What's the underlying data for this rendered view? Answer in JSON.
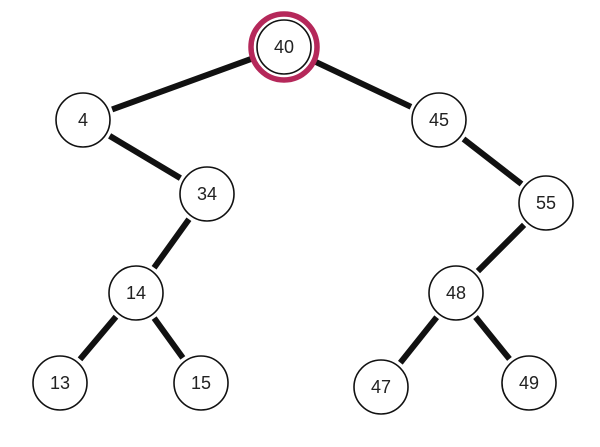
{
  "diagram": {
    "type": "binary-search-tree",
    "root": "40",
    "highlighted_node": "40",
    "highlight_color": "#b5285a",
    "nodes": [
      {
        "id": "n40",
        "label": "40"
      },
      {
        "id": "n4",
        "label": "4"
      },
      {
        "id": "n45",
        "label": "45"
      },
      {
        "id": "n34",
        "label": "34"
      },
      {
        "id": "n55",
        "label": "55"
      },
      {
        "id": "n14",
        "label": "14"
      },
      {
        "id": "n48",
        "label": "48"
      },
      {
        "id": "n13",
        "label": "13"
      },
      {
        "id": "n15",
        "label": "15"
      },
      {
        "id": "n47",
        "label": "47"
      },
      {
        "id": "n49",
        "label": "49"
      }
    ],
    "edges": [
      {
        "from": "n40",
        "to": "n4"
      },
      {
        "from": "n40",
        "to": "n45"
      },
      {
        "from": "n4",
        "to": "n34"
      },
      {
        "from": "n45",
        "to": "n55"
      },
      {
        "from": "n34",
        "to": "n14"
      },
      {
        "from": "n55",
        "to": "n48"
      },
      {
        "from": "n14",
        "to": "n13"
      },
      {
        "from": "n14",
        "to": "n15"
      },
      {
        "from": "n48",
        "to": "n47"
      },
      {
        "from": "n48",
        "to": "n49"
      }
    ]
  }
}
